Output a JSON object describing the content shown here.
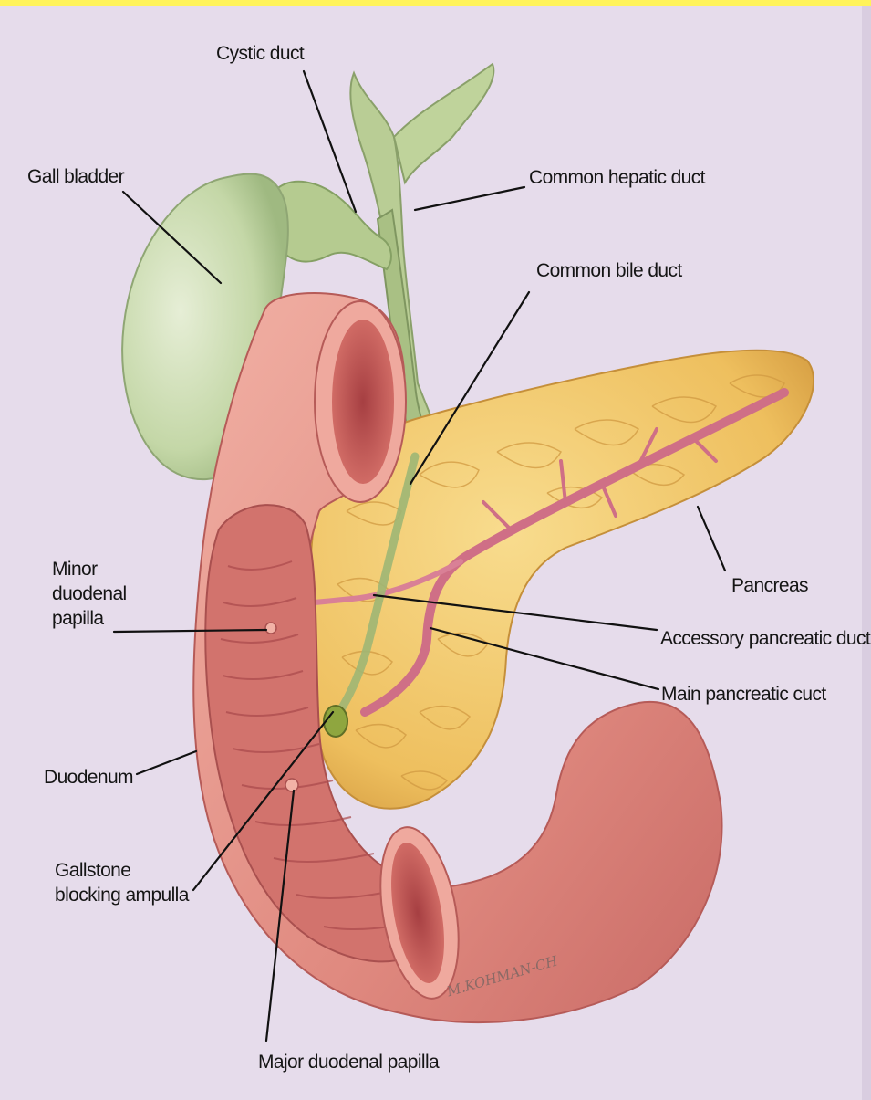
{
  "labels": {
    "cystic_duct": "Cystic duct",
    "gall_bladder": "Gall bladder",
    "common_hepatic_duct": "Common hepatic duct",
    "common_bile_duct": "Common bile duct",
    "pancreas": "Pancreas",
    "minor_duodenal_papilla": "Minor\nduodenal\npapilla",
    "accessory_pancreatic_duct": "Accessory pancreatic duct",
    "main_pancreatic_duct": "Main pancreatic cuct",
    "duodenum": "Duodenum",
    "gallstone_blocking_ampulla": "Gallstone\nblocking ampulla",
    "major_duodenal_papilla": "Major duodenal papilla"
  },
  "signature": "M.KOHMAN-CH",
  "colors": {
    "background": "#e6dceb",
    "gallbladder": "#c4d7a7",
    "duodenum": "#e8968c",
    "duodenum_lumen": "#c35a57",
    "pancreas": "#f2cc72",
    "pancreatic_duct": "#cf6f86",
    "top_stripe": "#fff35a"
  }
}
